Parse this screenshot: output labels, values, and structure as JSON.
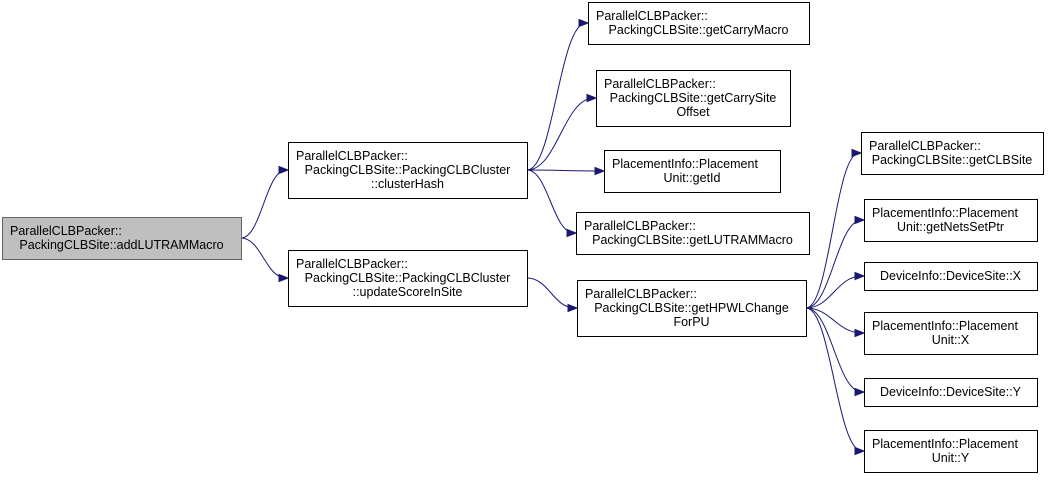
{
  "nodes": [
    {
      "id": "addLUTRAMMacro",
      "lines": [
        "ParallelCLBPacker::",
        "PackingCLBSite::addLUTRAMMacro"
      ],
      "root": true
    },
    {
      "id": "clusterHash",
      "lines": [
        "ParallelCLBPacker::",
        "PackingCLBSite::PackingCLBCluster",
        "::clusterHash"
      ]
    },
    {
      "id": "updateScoreInSite",
      "lines": [
        "ParallelCLBPacker::",
        "PackingCLBSite::PackingCLBCluster",
        "::updateScoreInSite"
      ]
    },
    {
      "id": "getCarryMacro",
      "lines": [
        "ParallelCLBPacker::",
        "PackingCLBSite::getCarryMacro"
      ]
    },
    {
      "id": "getCarrySiteOffset",
      "lines": [
        "ParallelCLBPacker::",
        "PackingCLBSite::getCarrySite",
        "Offset"
      ]
    },
    {
      "id": "getId",
      "lines": [
        "PlacementInfo::Placement",
        "Unit::getId"
      ]
    },
    {
      "id": "getLUTRAMMacro",
      "lines": [
        "ParallelCLBPacker::",
        "PackingCLBSite::getLUTRAMMacro"
      ]
    },
    {
      "id": "getHPWLChangeForPU",
      "lines": [
        "ParallelCLBPacker::",
        "PackingCLBSite::getHPWLChange",
        "ForPU"
      ]
    },
    {
      "id": "getCLBSite",
      "lines": [
        "ParallelCLBPacker::",
        "PackingCLBSite::getCLBSite"
      ]
    },
    {
      "id": "getNetsSetPtr",
      "lines": [
        "PlacementInfo::Placement",
        "Unit::getNetsSetPtr"
      ]
    },
    {
      "id": "deviceSiteX",
      "lines": [
        "DeviceInfo::DeviceSite::X"
      ]
    },
    {
      "id": "placementUnitX",
      "lines": [
        "PlacementInfo::Placement",
        "Unit::X"
      ]
    },
    {
      "id": "deviceSiteY",
      "lines": [
        "DeviceInfo::DeviceSite::Y"
      ]
    },
    {
      "id": "placementUnitY",
      "lines": [
        "PlacementInfo::Placement",
        "Unit::Y"
      ]
    }
  ],
  "edges": [
    {
      "from": "addLUTRAMMacro",
      "to": "clusterHash"
    },
    {
      "from": "addLUTRAMMacro",
      "to": "updateScoreInSite"
    },
    {
      "from": "clusterHash",
      "to": "getCarryMacro"
    },
    {
      "from": "clusterHash",
      "to": "getCarrySiteOffset"
    },
    {
      "from": "clusterHash",
      "to": "getId"
    },
    {
      "from": "clusterHash",
      "to": "getLUTRAMMacro"
    },
    {
      "from": "updateScoreInSite",
      "to": "getHPWLChangeForPU"
    },
    {
      "from": "getHPWLChangeForPU",
      "to": "getCLBSite"
    },
    {
      "from": "getHPWLChangeForPU",
      "to": "getNetsSetPtr"
    },
    {
      "from": "getHPWLChangeForPU",
      "to": "deviceSiteX"
    },
    {
      "from": "getHPWLChangeForPU",
      "to": "placementUnitX"
    },
    {
      "from": "getHPWLChangeForPU",
      "to": "deviceSiteY"
    },
    {
      "from": "getHPWLChangeForPU",
      "to": "placementUnitY"
    }
  ],
  "colors": {
    "edge": "#191970",
    "root_fill": "#bfbfbf",
    "node_fill": "#ffffff",
    "border": "#000000"
  }
}
